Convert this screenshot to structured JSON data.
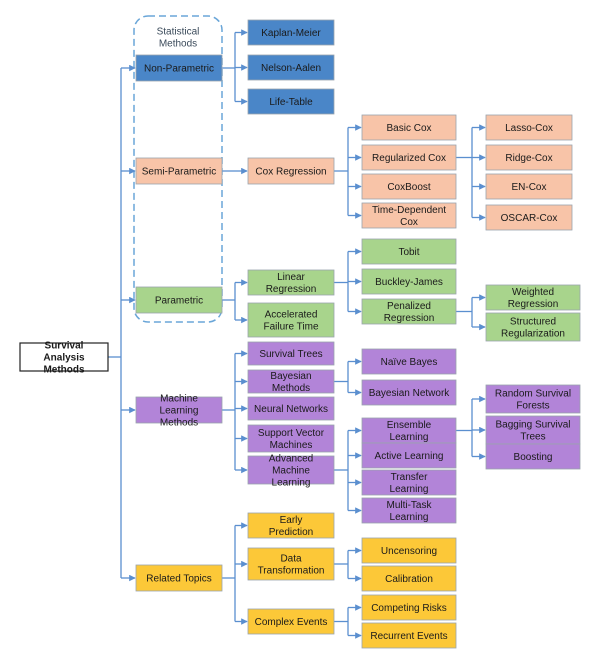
{
  "colors": {
    "stat_blue": "#4a86c8",
    "semi_salmon": "#f8c4a8",
    "param_green": "#a8d48c",
    "ml_purple": "#b284d8",
    "related_yellow": "#fcc838",
    "connector": "#5b8fcf",
    "group_border": "#6aa6d8"
  },
  "diagram": {
    "group_label": "Statistical Methods",
    "root": "Survival Analysis Methods",
    "level1": {
      "non_parametric": "Non-Parametric",
      "semi_parametric": "Semi-Parametric",
      "parametric": "Parametric",
      "machine_learning": "Machine Learning Methods",
      "related_topics": "Related Topics"
    },
    "non_parametric": {
      "kaplan_meier": "Kaplan-Meier",
      "nelson_aalen": "Nelson-Aalen",
      "life_table": "Life-Table"
    },
    "semi_parametric": {
      "cox_regression": "Cox Regression",
      "basic_cox": "Basic Cox",
      "regularized_cox": "Regularized Cox",
      "coxboost": "CoxBoost",
      "time_dependent_cox": "Time-Dependent Cox",
      "lasso_cox": "Lasso-Cox",
      "ridge_cox": "Ridge-Cox",
      "en_cox": "EN-Cox",
      "oscar_cox": "OSCAR-Cox"
    },
    "parametric": {
      "linear_regression": "Linear Regression",
      "accelerated_failure_time": "Accelerated Failure Time",
      "tobit": "Tobit",
      "buckley_james": "Buckley-James",
      "penalized_regression": "Penalized Regression",
      "weighted_regression": "Weighted Regression",
      "structured_regularization": "Structured Regularization"
    },
    "machine_learning": {
      "survival_trees": "Survival Trees",
      "bayesian_methods": "Bayesian Methods",
      "neural_networks": "Neural Networks",
      "support_vector_machines": "Support Vector Machines",
      "advanced_ml": "Advanced Machine Learning",
      "naive_bayes": "Naïve Bayes",
      "bayesian_network": "Bayesian Network",
      "ensemble_learning": "Ensemble Learning",
      "active_learning": "Active Learning",
      "transfer_learning": "Transfer Learning",
      "multi_task_learning": "Multi-Task Learning",
      "random_survival_forests": "Random Survival Forests",
      "bagging_survival_trees": "Bagging Survival Trees",
      "boosting": "Boosting"
    },
    "related_topics": {
      "early_prediction": "Early Prediction",
      "data_transformation": "Data Transformation",
      "complex_events": "Complex Events",
      "uncensoring": "Uncensoring",
      "calibration": "Calibration",
      "competing_risks": "Competing Risks",
      "recurrent_events": "Recurrent Events"
    }
  }
}
